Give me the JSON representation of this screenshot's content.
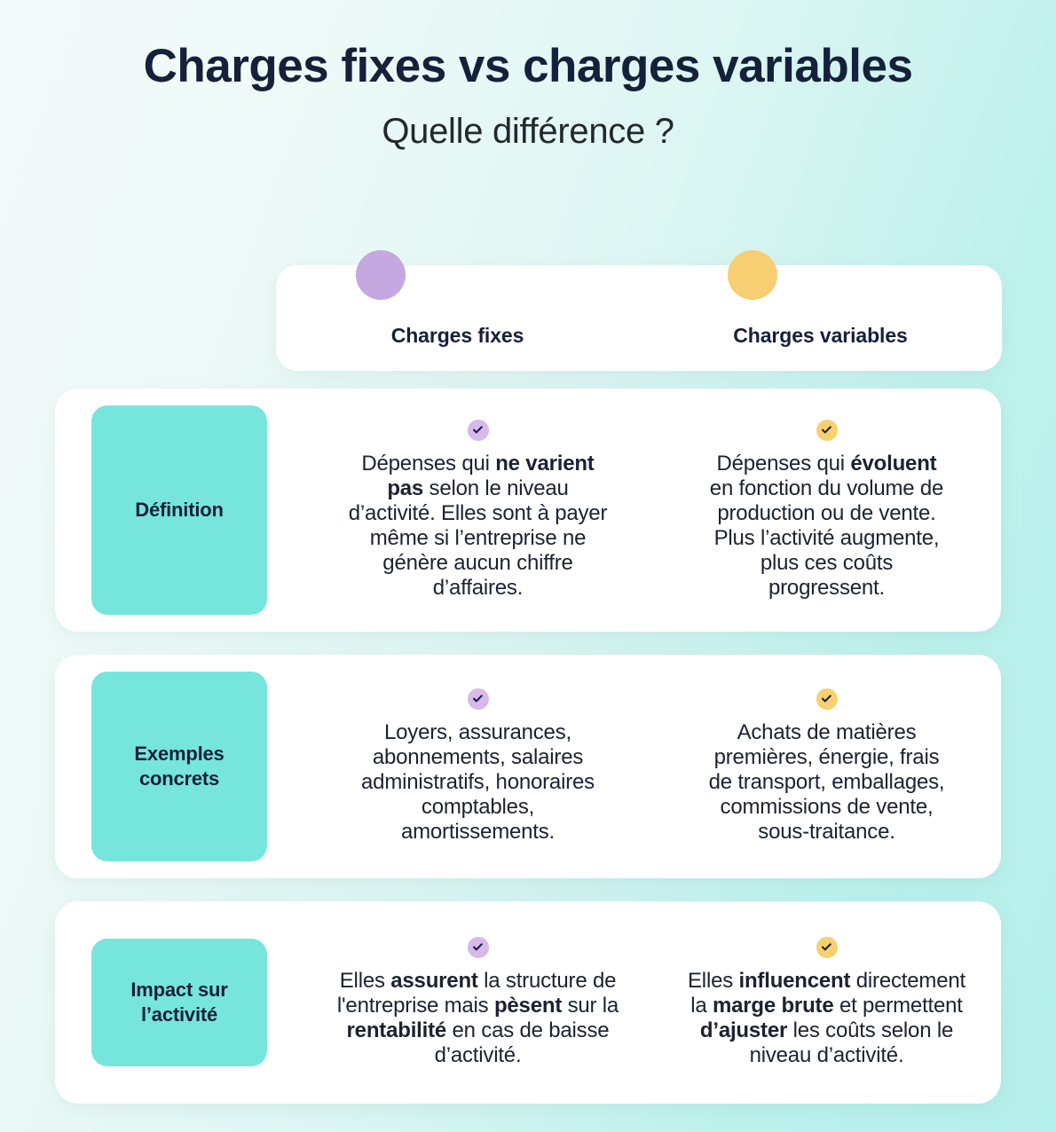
{
  "header": {
    "title": "Charges fixes vs charges variables",
    "subtitle": "Quelle différence ?"
  },
  "columns": {
    "fixed": {
      "label": "Charges fixes",
      "accent_color": "#c5a8e0",
      "badge_color": "#d9b8ec"
    },
    "variable": {
      "label": "Charges variables",
      "accent_color": "#f8ce72",
      "badge_color": "#f8d070"
    }
  },
  "theme": {
    "mint": "#76e5dc",
    "ink": "#15203a",
    "background_from": "#f2fbf9",
    "background_to": "#b5efea"
  },
  "rows": [
    {
      "label": "Définition",
      "fixed_html": "Dépenses qui <b>ne varient pas</b> selon le niveau d’activité. Elles sont à payer même si l’entreprise ne génère aucun chiffre d’affaires.",
      "fixed_text": "Dépenses qui ne varient pas selon le niveau d’activité. Elles sont à payer même si l’entreprise ne génère aucun chiffre d’affaires.",
      "variable_html": "Dépenses qui <b>évoluent</b> en fonction du volume de production ou de vente. Plus l’activité augmente, plus ces coûts progressent.",
      "variable_text": "Dépenses qui évoluent en fonction du volume de production ou de vente. Plus l’activité augmente, plus ces coûts progressent."
    },
    {
      "label": "Exemples concrets",
      "fixed_html": "Loyers, assurances, abonnements, salaires administratifs, honoraires comptables, amortissements.",
      "fixed_text": "Loyers, assurances, abonnements, salaires administratifs, honoraires comptables, amortissements.",
      "variable_html": "Achats de matières premières, énergie, frais de transport, emballages, commissions de vente, sous-traitance.",
      "variable_text": "Achats de matières premières, énergie, frais de transport, emballages, commissions de vente, sous-traitance."
    },
    {
      "label": "Impact sur l’activité",
      "fixed_html": "Elles <b>assurent</b> la structure de l'entreprise mais <b>pèsent</b> sur la <b>rentabilité</b> en cas de baisse d’activité.",
      "fixed_text": "Elles assurent la structure de l'entreprise mais pèsent sur la rentabilité en cas de baisse d’activité.",
      "variable_html": "Elles <b>influencent</b> directement la <b>marge brute</b> et permettent <b>d’ajuster</b> les coûts selon le niveau d’activité.",
      "variable_text": "Elles influencent directement la marge brute et permettent d’ajuster les coûts selon le niveau d’activité."
    }
  ]
}
